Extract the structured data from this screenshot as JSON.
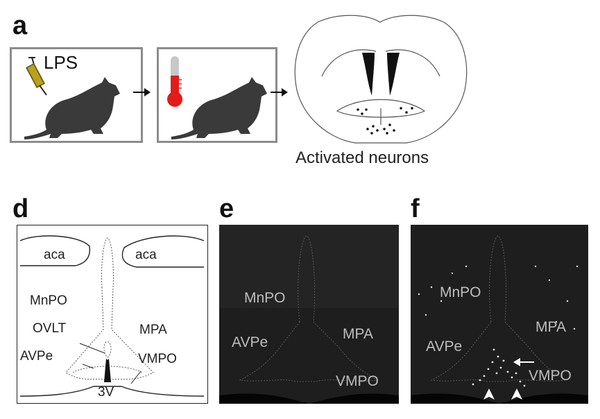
{
  "panels": {
    "a": {
      "letter": "a",
      "injection_label": "LPS",
      "result_caption": "Activated neurons",
      "icons": [
        "syringe-icon",
        "rat-icon",
        "thermometer-icon",
        "arrow-right-icon",
        "brain-section-icon"
      ]
    },
    "d": {
      "letter": "d",
      "labels": {
        "aca_left": "aca",
        "aca_right": "aca",
        "mnpo": "MnPO",
        "ovlt": "OVLT",
        "avpe": "AVPe",
        "mpa": "MPA",
        "vmpo": "VMPO",
        "third_ventricle": "3V"
      }
    },
    "e": {
      "letter": "e",
      "labels": {
        "mnpo": "MnPO",
        "avpe": "AVPe",
        "mpa": "MPA",
        "vmpo": "VMPO"
      }
    },
    "f": {
      "letter": "f",
      "labels": {
        "mnpo": "MnPO",
        "avpe": "AVPe",
        "mpa": "MPA",
        "vmpo": "VMPO"
      },
      "markers": [
        "arrow-marker",
        "arrowhead-marker-left",
        "arrowhead-marker-right"
      ]
    }
  },
  "colors": {
    "box_border": "#8c8c8c",
    "rat": "#3a3a3a",
    "syringe": "#b8a020",
    "thermometer_fill": "#e21b1b",
    "micrograph_bg": "#1e1e1e"
  }
}
